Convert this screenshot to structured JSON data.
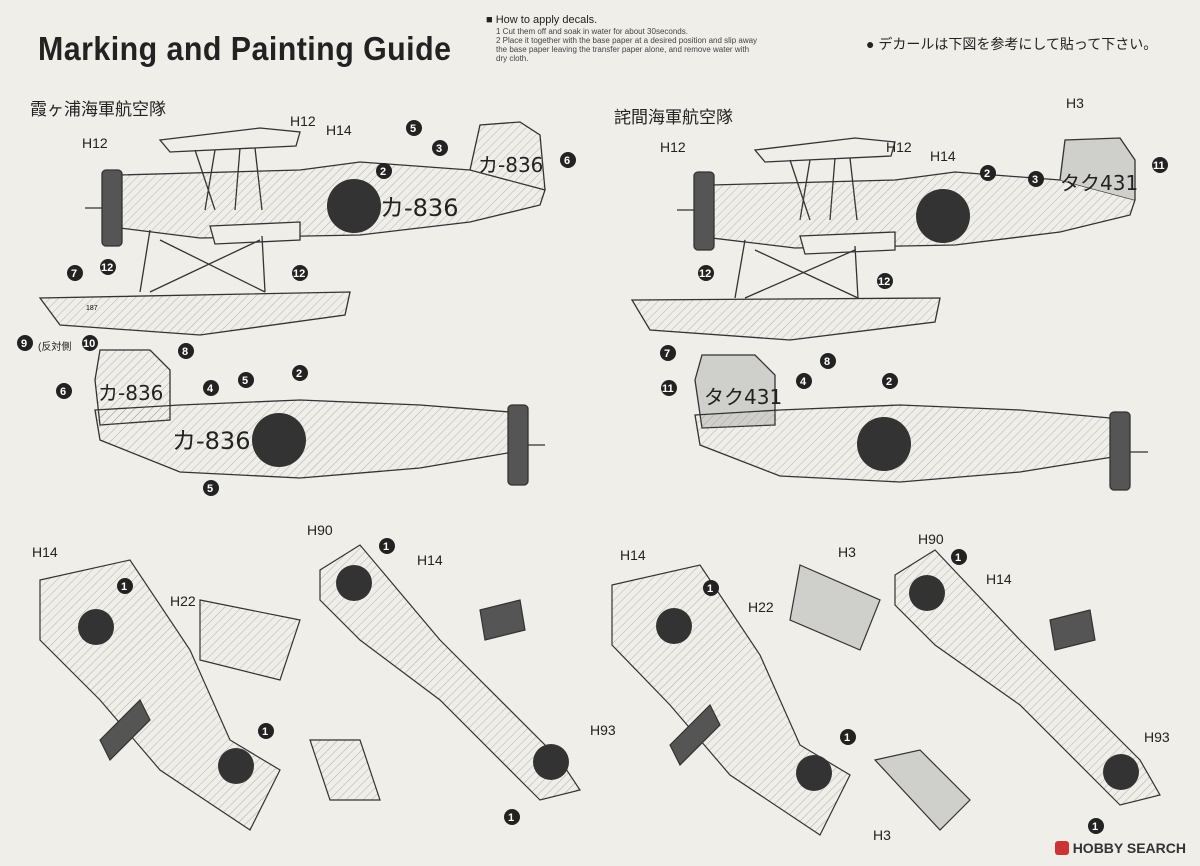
{
  "title": "Marking and Painting Guide",
  "howto": {
    "heading": "How to apply decals.",
    "steps": [
      "1  Cut them off and soak in water for about 30seconds.",
      "2  Place it together with the base paper at a desired position and slip away",
      "the base paper leaving the transfer paper alone, and remove water with",
      "dry cloth."
    ]
  },
  "jp_note": "● デカールは下図を参考にして貼って下さい。",
  "units": {
    "left": "霞ヶ浦海軍航空隊",
    "right": "詫間海軍航空隊"
  },
  "codes": {
    "left_tail": "カ-836",
    "left_fuselage": "カ-836",
    "right_tail": "タク431"
  },
  "refs": {
    "h12": "H12",
    "h14": "H14",
    "h3": "H3",
    "h22": "H22",
    "h90": "H90",
    "h93": "H93"
  },
  "float_text": "187",
  "side_note": "(反対側",
  "watermark": "HOBBY SEARCH",
  "colors": {
    "hinomaru": "#333333",
    "paper": "#efeee9",
    "line": "#333333",
    "grey_tail": "#cfd0cc"
  }
}
